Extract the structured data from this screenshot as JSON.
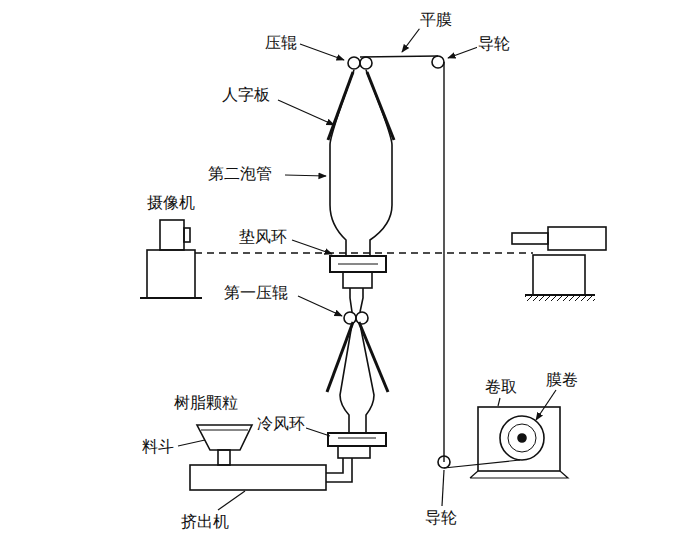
{
  "diagram": {
    "labels": [
      "压辊",
      "平膜",
      "导轮",
      "人字板",
      "第二泡管",
      "摄像机",
      "垫风环",
      "第一压辊",
      "卷取",
      "膜卷",
      "树脂颗粒",
      "冷风环",
      "料斗",
      "挤出机",
      "导轮"
    ]
  }
}
